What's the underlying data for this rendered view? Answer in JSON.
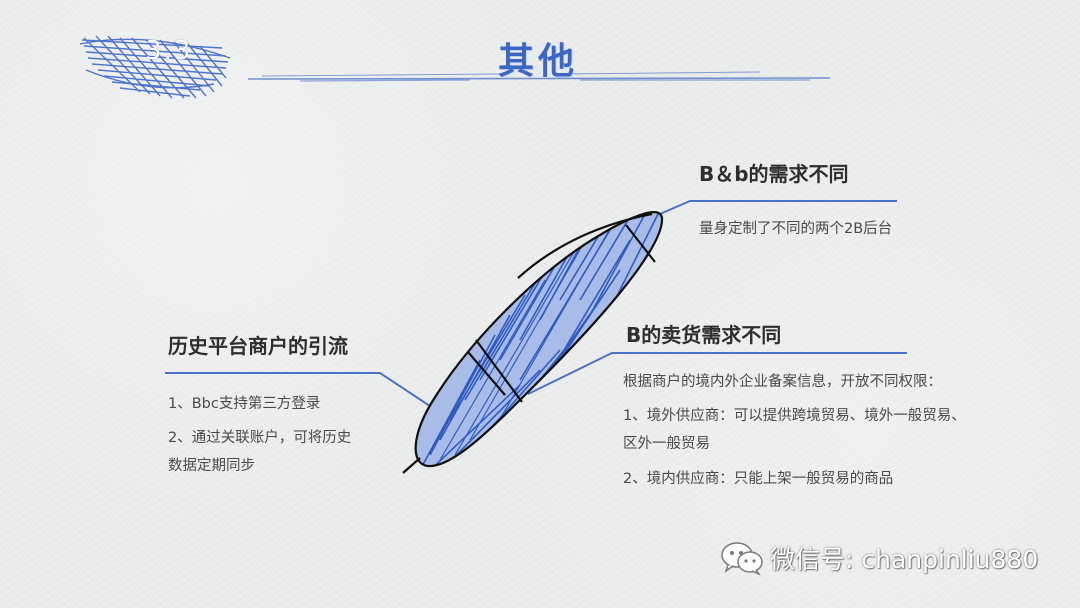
{
  "header": {
    "section_number": "3.3",
    "title": "其他"
  },
  "blocks": {
    "top_right": {
      "title": "B＆b的需求不同",
      "lines": [
        "量身定制了不同的两个2B后台"
      ]
    },
    "middle_right": {
      "title": "B的卖货需求不同",
      "lines": [
        "根据商户的境内外企业备案信息，开放不同权限：",
        "1、境外供应商：可以提供跨境贸易、境外一般贸易、",
        "区外一般贸易",
        "2、境内供应商：只能上架一般贸易的商品"
      ]
    },
    "left": {
      "title": "历史平台商户的引流",
      "lines": [
        "1、Bbc支持第三方登录",
        "2、通过关联账户，可将历史",
        "数据定期同步"
      ]
    }
  },
  "watermark": {
    "text": "微信号: chanpinliu880"
  },
  "colors": {
    "accent": "#4a72c8",
    "title_blue": "#3b66c4",
    "text": "#4a4a4a"
  }
}
